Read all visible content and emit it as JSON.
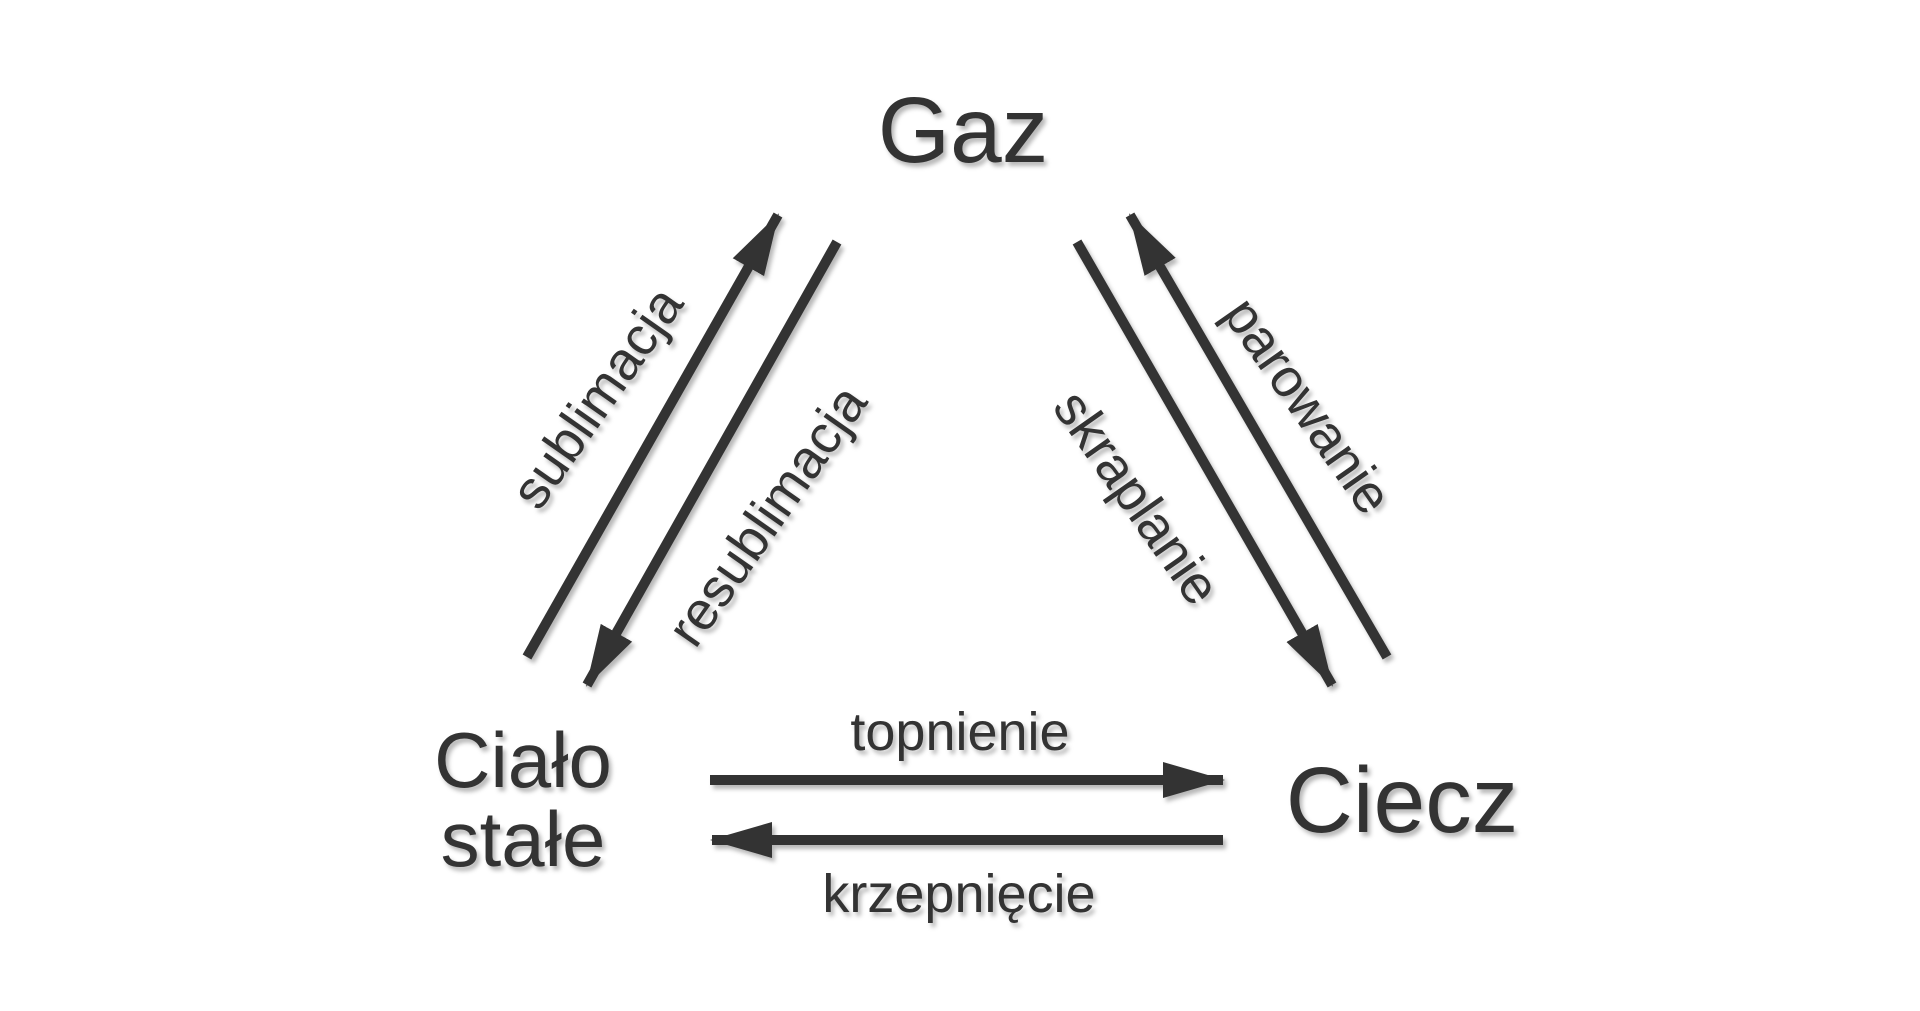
{
  "diagram": {
    "background": "#ffffff",
    "ink": "#333333",
    "nodes": {
      "gas": {
        "label": "Gaz"
      },
      "solid": {
        "label": "Ciało stałe",
        "line1": "Ciało",
        "line2": "stałe"
      },
      "liquid": {
        "label": "Ciecz"
      }
    },
    "transitions": {
      "sublimation": {
        "label": "sublimacja",
        "from": "solid",
        "to": "gas"
      },
      "deposition": {
        "label": "resublimacja",
        "from": "gas",
        "to": "solid"
      },
      "condensation": {
        "label": "skraplanie",
        "from": "gas",
        "to": "liquid"
      },
      "evaporation": {
        "label": "parowanie",
        "from": "liquid",
        "to": "gas"
      },
      "melting": {
        "label": "topnienie",
        "from": "solid",
        "to": "liquid"
      },
      "freezing": {
        "label": "krzepnięcie",
        "from": "liquid",
        "to": "solid"
      }
    }
  }
}
